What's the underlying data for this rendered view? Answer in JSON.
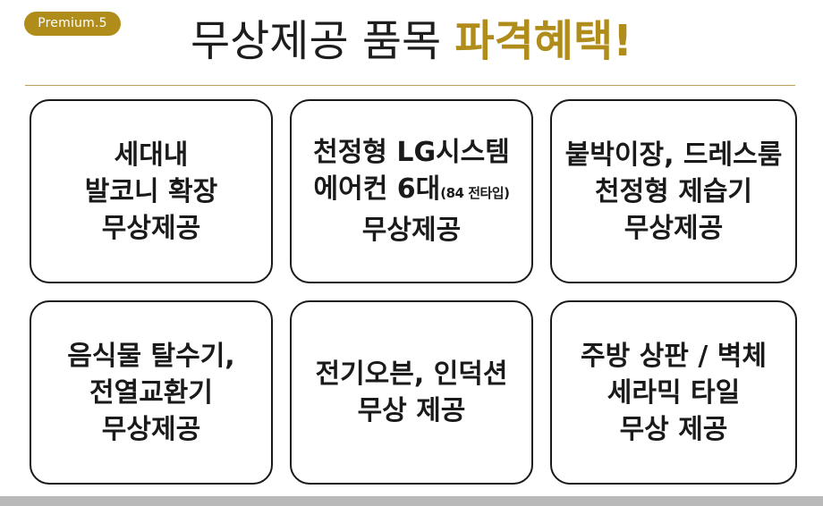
{
  "badge": {
    "label": "Premium.5"
  },
  "title": {
    "main": "무상제공 품목 ",
    "highlight": "파격혜택!"
  },
  "cards": [
    {
      "lines": [
        "세대내",
        "발코니 확장",
        "무상제공"
      ]
    },
    {
      "lines": [
        "천정형 LG시스템",
        "에어컨 6대",
        "무상제공"
      ],
      "note": "(84 전타입)"
    },
    {
      "lines": [
        "붙박이장, 드레스룸",
        "천정형 제습기",
        "무상제공"
      ]
    },
    {
      "lines": [
        "음식물 탈수기,",
        "전열교환기",
        "무상제공"
      ]
    },
    {
      "lines": [
        "전기오븐, 인덕션",
        "무상 제공"
      ]
    },
    {
      "lines": [
        "주방 상판 / 벽체",
        "세라믹 타일",
        "무상 제공"
      ]
    }
  ],
  "colors": {
    "accent": "#b08d1a",
    "text": "#1a1a1a",
    "border": "#1a1a1a"
  }
}
